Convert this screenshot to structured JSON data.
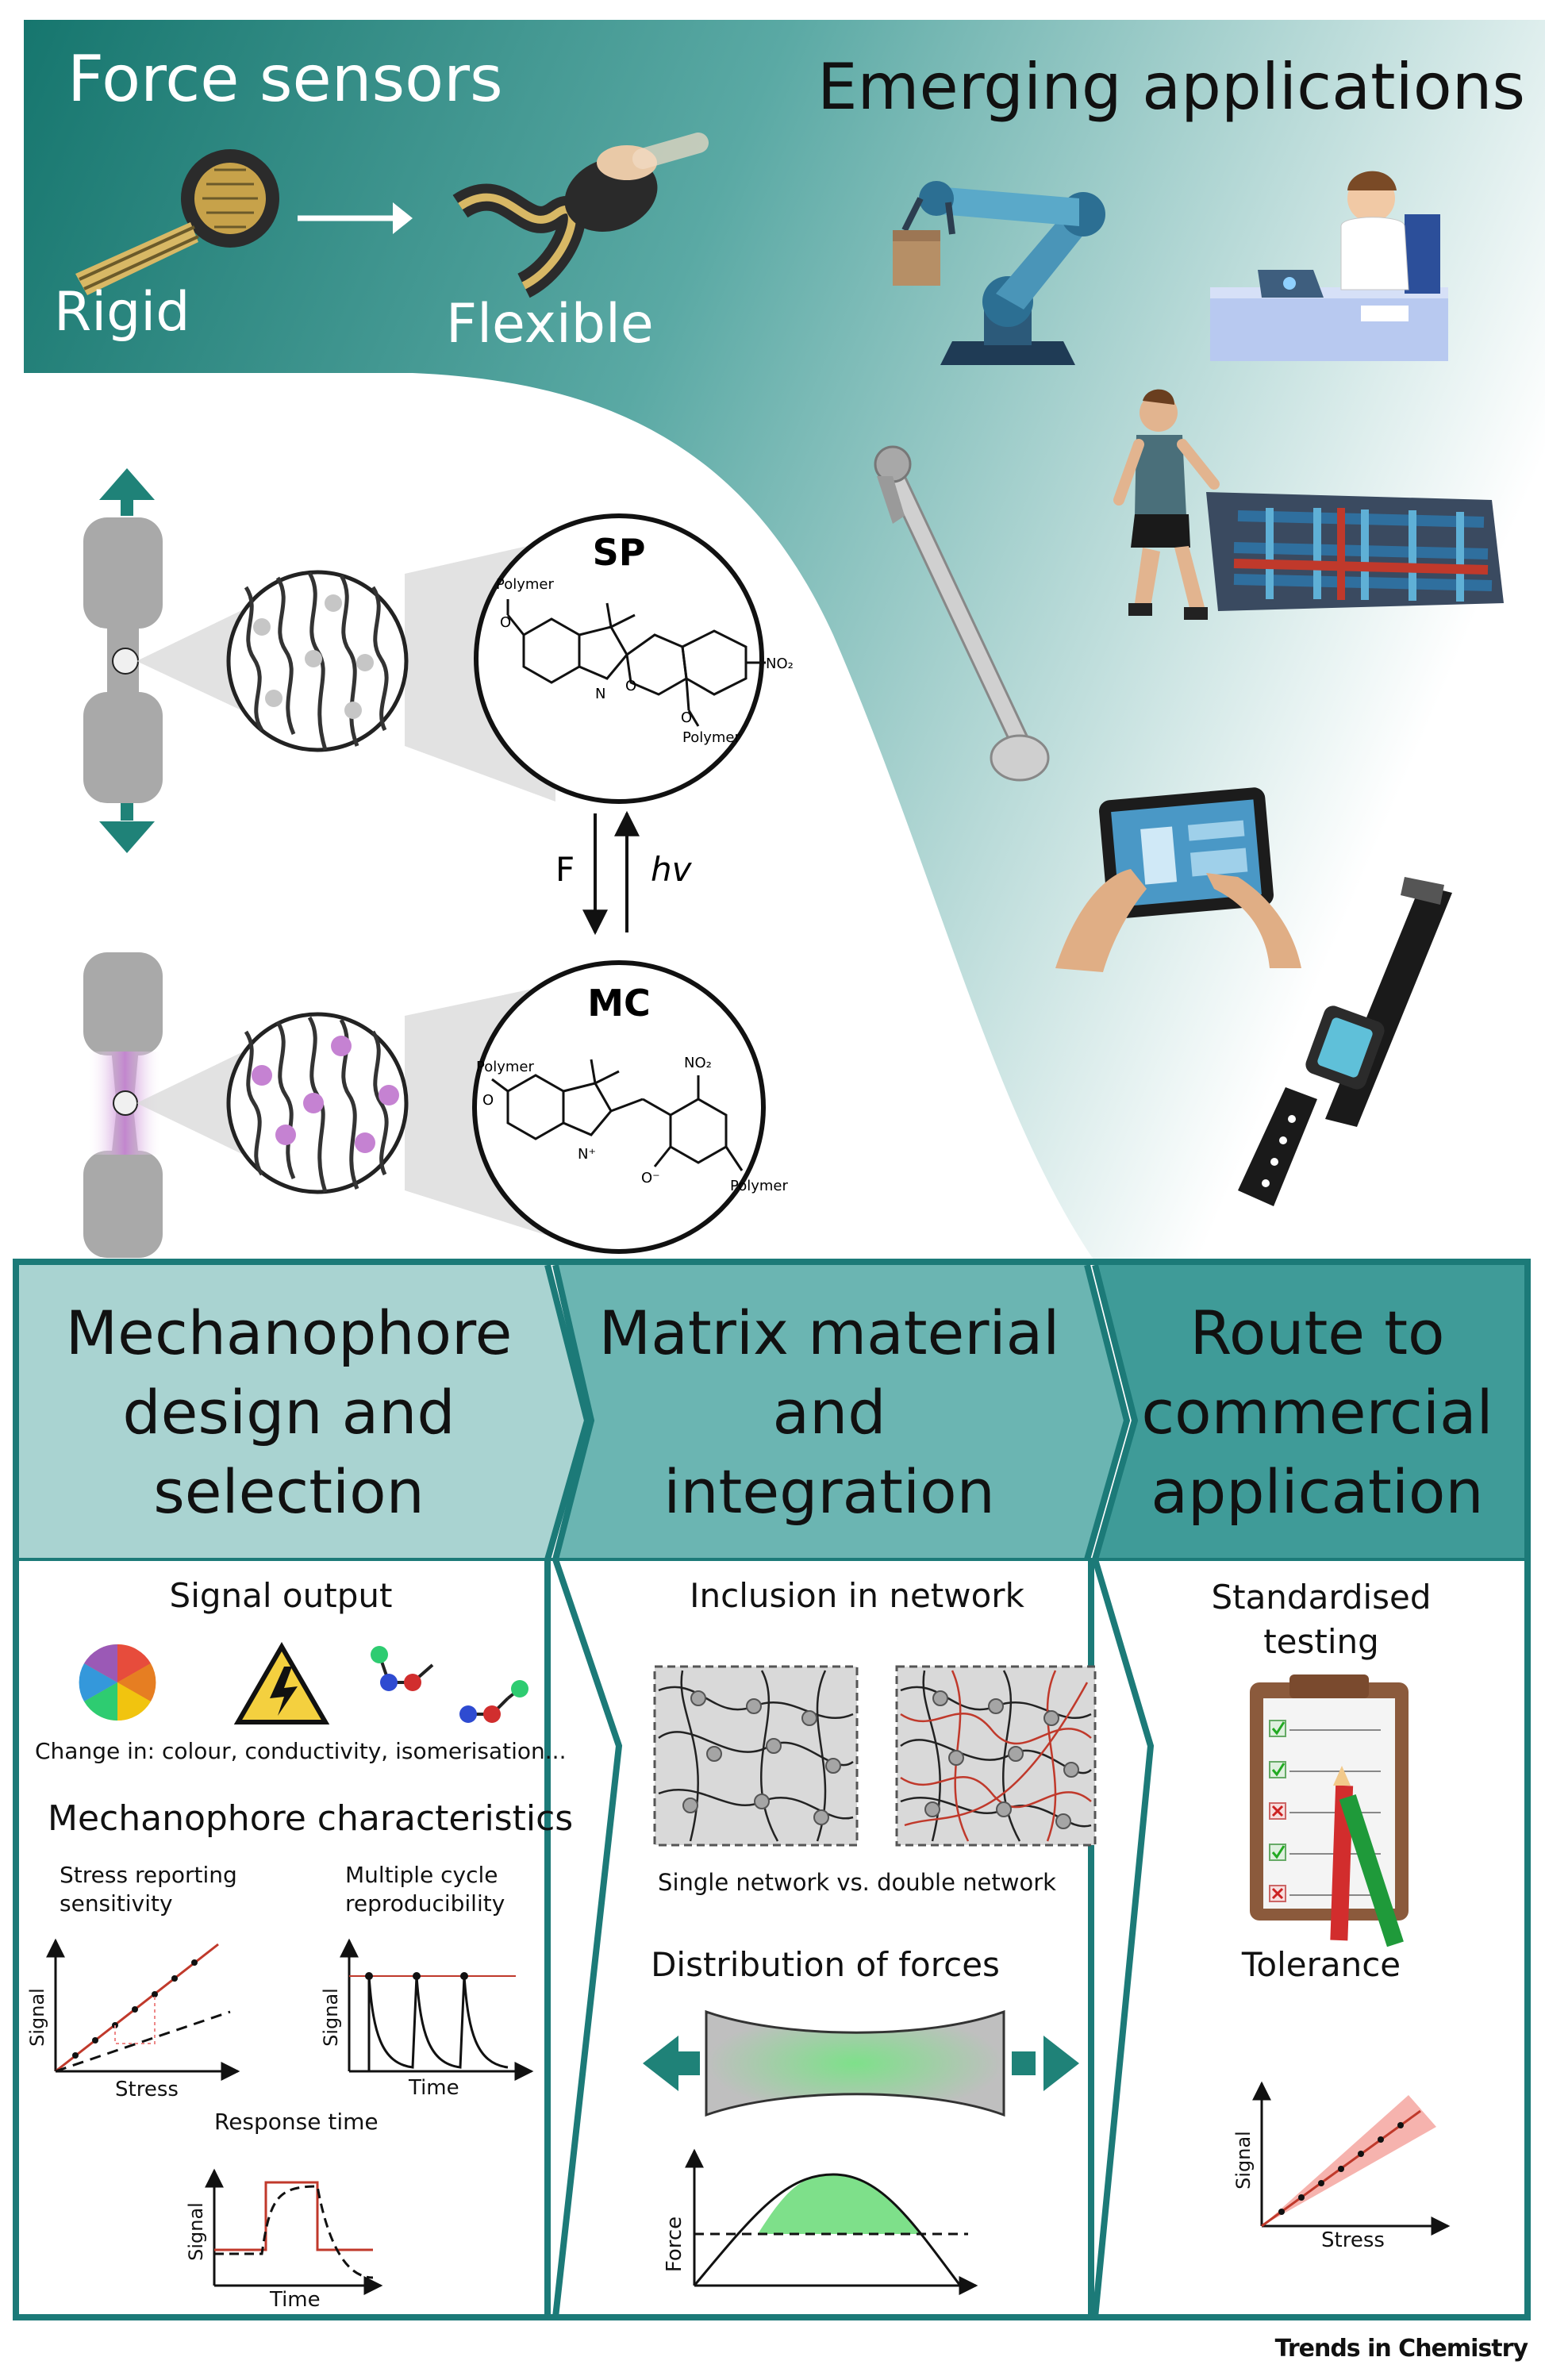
{
  "top": {
    "force_sensors_title": "Force sensors",
    "emerging_title": "Emerging applications",
    "rigid_label": "Rigid",
    "flexible_label": "Flexible"
  },
  "mechanism": {
    "sp_label": "SP",
    "mc_label": "MC",
    "force_label": "F",
    "light_label": "hv",
    "polymer_label": "Polymer",
    "no2_label": "NO₂",
    "o_label": "O",
    "n_label": "N",
    "n_plus_label": "N⁺",
    "o_minus_label": "O⁻"
  },
  "panels": [
    {
      "title_lines": [
        "Mechanophore",
        "design and",
        "selection"
      ],
      "signal_output": "Signal output",
      "change_caption": "Change in: colour, conductivity, isomerisation...",
      "characteristics": "Mechanophore characteristics",
      "stress_sensitivity_lines": [
        "Stress reporting",
        "sensitivity"
      ],
      "multiple_cycle_lines": [
        "Multiple cycle",
        "reproducibility"
      ],
      "response_time": "Response time",
      "axis_signal": "Signal",
      "axis_stress": "Stress",
      "axis_time": "Time"
    },
    {
      "title_lines": [
        "Matrix material",
        "and",
        "integration"
      ],
      "inclusion": "Inclusion in network",
      "network_caption": "Single network vs. double network",
      "distribution": "Distribution of forces",
      "axis_force": "Force"
    },
    {
      "title_lines": [
        "Route to",
        "commercial",
        "application"
      ],
      "standardised_lines": [
        "Standardised",
        "testing"
      ],
      "tolerance": "Tolerance",
      "axis_signal": "Signal",
      "axis_stress": "Stress"
    }
  ],
  "footer": {
    "brand": "Trends in Chemistry"
  },
  "colors": {
    "teal_dark": "#1f8278",
    "teal_light": "#a9d3d1",
    "teal_border": "#1c7a78",
    "mechanophore_pink": "#c582d2",
    "spiropyran_grey": "#c8c8c8",
    "red_line": "#c0392b",
    "green_glow": "#7ee08a"
  }
}
